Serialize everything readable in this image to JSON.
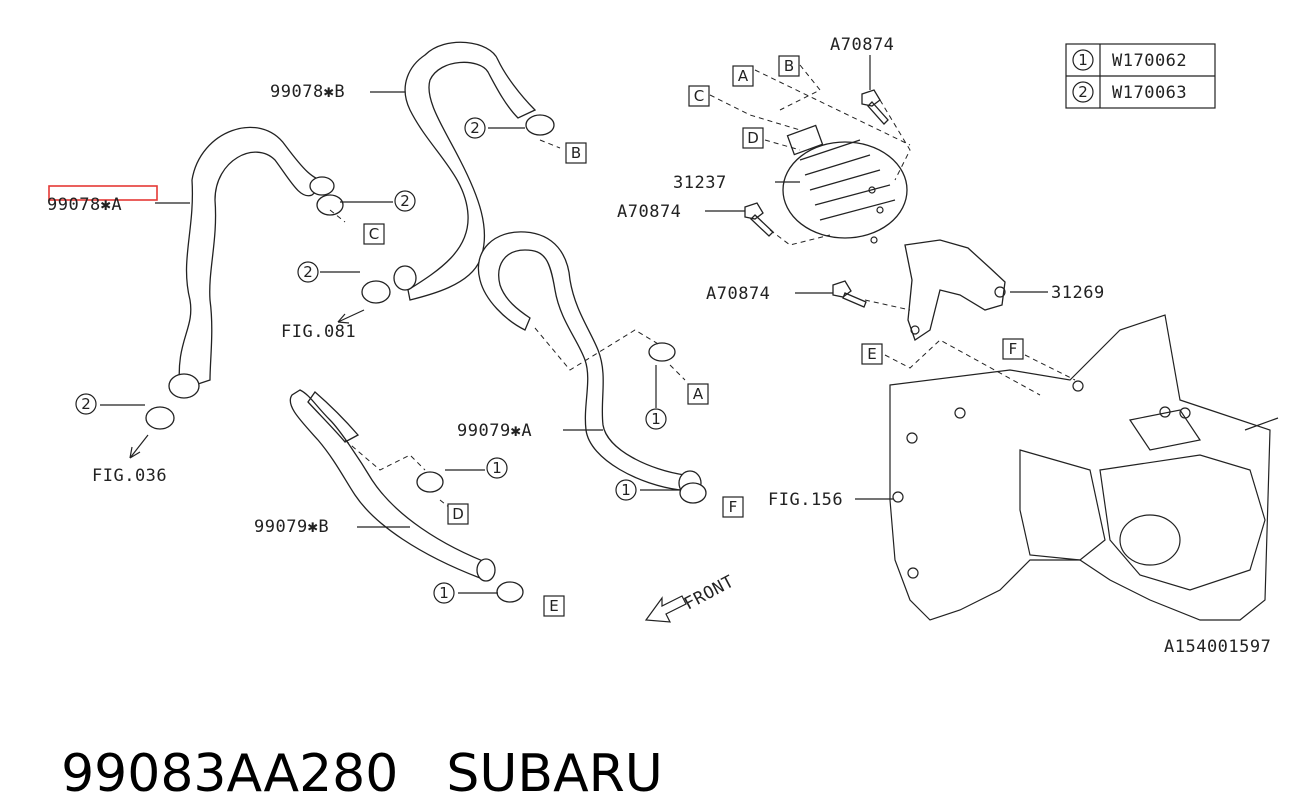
{
  "diagram": {
    "hose_labels": {
      "upper_left_hose": "99078✱A",
      "upper_center_hose": "99078✱B",
      "middle_hose": "99079✱A",
      "lower_hose": "99079✱B"
    },
    "part_labels": {
      "oil_cooler": "31237",
      "bracket": "31269",
      "bolt_top": "A70874",
      "bolt_mid": "A70874",
      "bolt_low": "A70874"
    },
    "figure_refs": {
      "fig_081": "FIG.081",
      "fig_036": "FIG.036",
      "fig_156": "FIG.156"
    },
    "connector_letters": [
      "A",
      "B",
      "C",
      "D",
      "E",
      "F"
    ],
    "clamp_numbers": [
      "1",
      "2"
    ],
    "legend": [
      {
        "num": "1",
        "code": "W170062"
      },
      {
        "num": "2",
        "code": "W170063"
      }
    ],
    "front_label": "FRONT",
    "drawing_id": "A154001597",
    "highlight_color": "#e53935"
  },
  "footer": {
    "part_number": "99083AA280",
    "brand": "SUBARU"
  }
}
